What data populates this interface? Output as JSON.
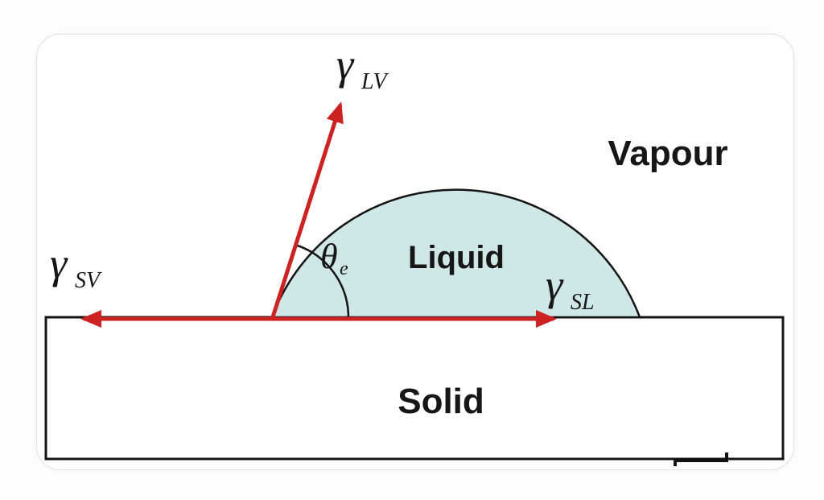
{
  "labels": {
    "vapour": "Vapour",
    "liquid": "Liquid",
    "solid": "Solid",
    "gamma_lv": {
      "symbol": "γ",
      "sub": "LV"
    },
    "gamma_sv": {
      "symbol": "γ",
      "sub": "SV"
    },
    "gamma_sl": {
      "symbol": "γ",
      "sub": "SL"
    },
    "theta": {
      "symbol": "θ",
      "sub": "e"
    }
  },
  "colors": {
    "arrow": "#cc2222",
    "droplet_fill": "#cfe7e7",
    "outline": "#141414",
    "solid_fill": "#ffffff"
  }
}
